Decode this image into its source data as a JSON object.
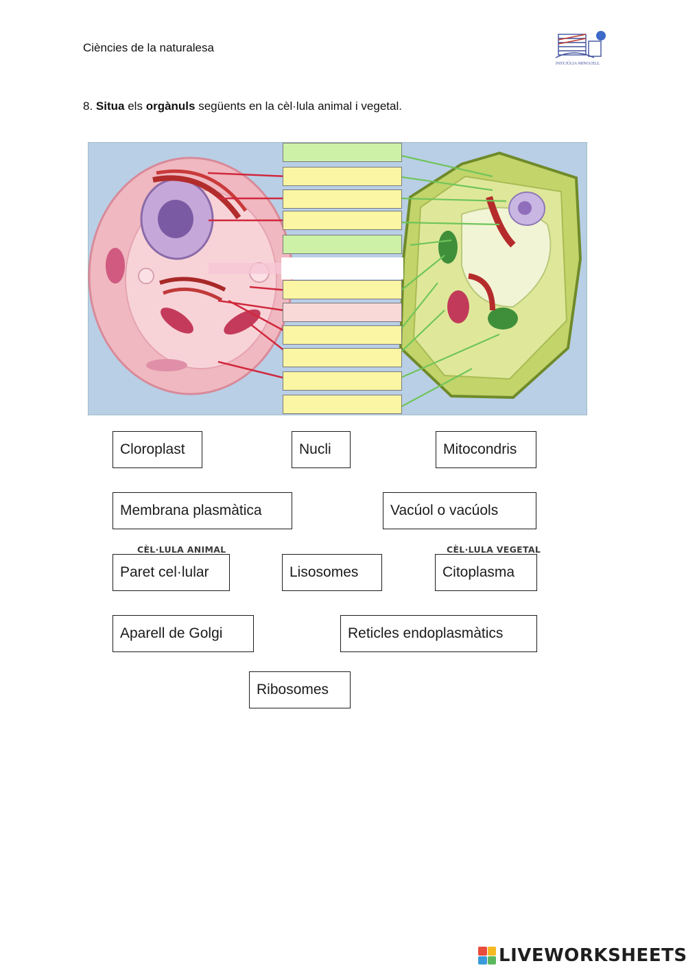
{
  "header": {
    "title": "Ciències de la naturalesa",
    "logo_icon": "school-building-icon"
  },
  "question": {
    "number": "8.",
    "verb": "Situa",
    "mid": "els",
    "keyword": "orgànuls",
    "rest": "següents en la cèl·lula animal i vegetal."
  },
  "figure": {
    "caption_animal": "CÈL·LULA ANIMAL",
    "caption_plant": "CÈL·LULA VEGETAL",
    "colors": {
      "background": "#b9cfe6",
      "animal": "#f0b8c0",
      "plant": "#c2d46a",
      "slot_yellow": "#fbf6a3",
      "slot_green": "#cdf2a7",
      "slot_pink": "#f8d9d8"
    }
  },
  "word_bank": [
    "Cloroplast",
    "Nucli",
    "Mitocondris",
    "Membrana plasmàtica",
    "Vacúol o vacúols",
    "Paret cel·lular",
    "Lisosomes",
    "Citoplasma",
    "Aparell de Golgi",
    "Reticles endoplasmàtics",
    "Ribosomes"
  ],
  "footer": {
    "brand": "LIVEWORKSHEETS",
    "brand_icon": "liveworksheets-logo-icon"
  }
}
